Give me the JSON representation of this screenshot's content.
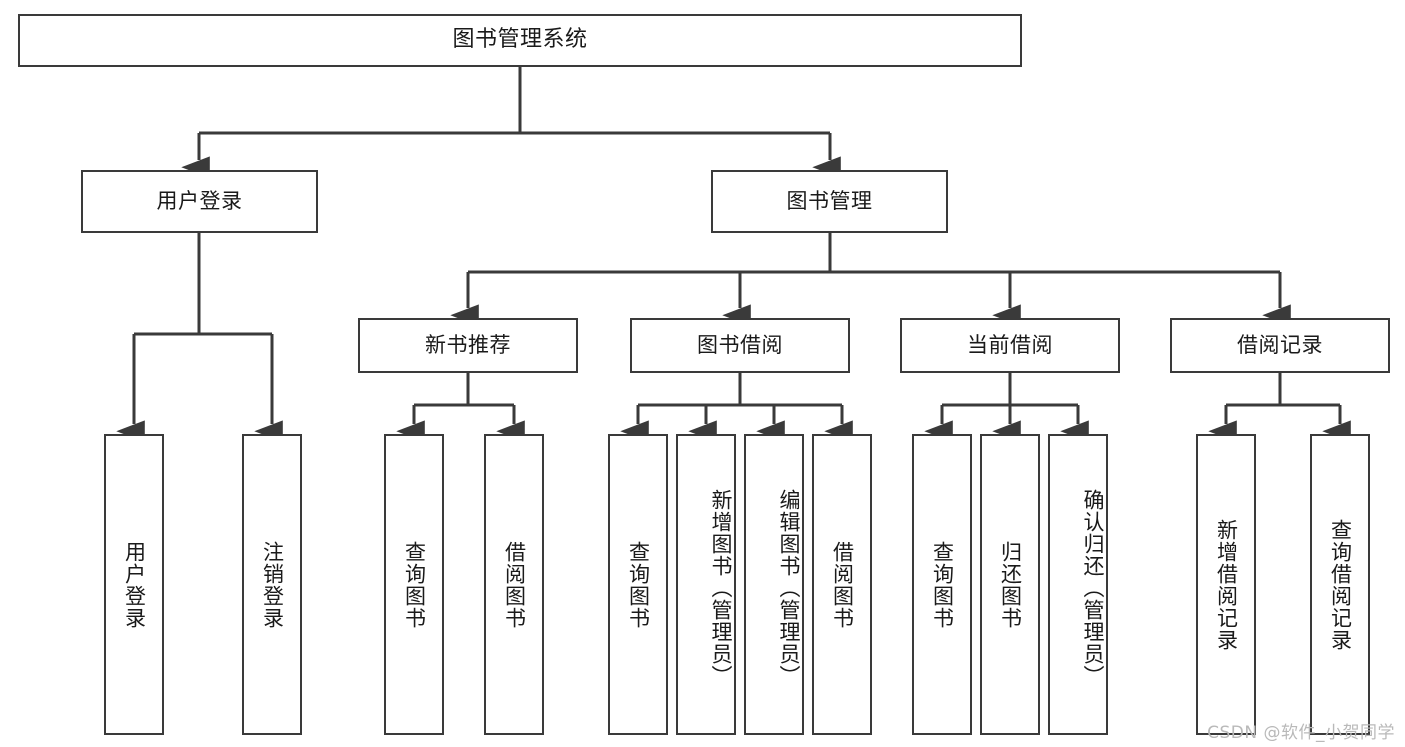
{
  "diagram": {
    "type": "tree-hierarchy-chart",
    "title": "图书管理系统",
    "stroke_color": "#3a3a3a",
    "background_color": "#ffffff",
    "text_color": "#1a1a1a",
    "root": {
      "label": "图书管理系统"
    },
    "level2": [
      {
        "label": "用户登录"
      },
      {
        "label": "图书管理"
      }
    ],
    "level3": [
      {
        "label": "新书推荐"
      },
      {
        "label": "图书借阅"
      },
      {
        "label": "当前借阅"
      },
      {
        "label": "借阅记录"
      }
    ],
    "leaves": {
      "user_login": [
        {
          "label": "用户登录"
        },
        {
          "label": "注销登录"
        }
      ],
      "new_book_recommend": [
        {
          "label": "查询图书"
        },
        {
          "label": "借阅图书"
        }
      ],
      "book_borrow": [
        {
          "label": "查询图书"
        },
        {
          "label": "新增图书（管理员）"
        },
        {
          "label": "编辑图书（管理员）"
        },
        {
          "label": "借阅图书"
        }
      ],
      "current_borrow": [
        {
          "label": "查询图书"
        },
        {
          "label": "归还图书"
        },
        {
          "label": "确认归还（管理员）"
        }
      ],
      "borrow_record": [
        {
          "label": "新增借阅记录"
        },
        {
          "label": "查询借阅记录"
        }
      ]
    }
  },
  "watermark": {
    "text": "CSDN @软件_小贺同学"
  }
}
